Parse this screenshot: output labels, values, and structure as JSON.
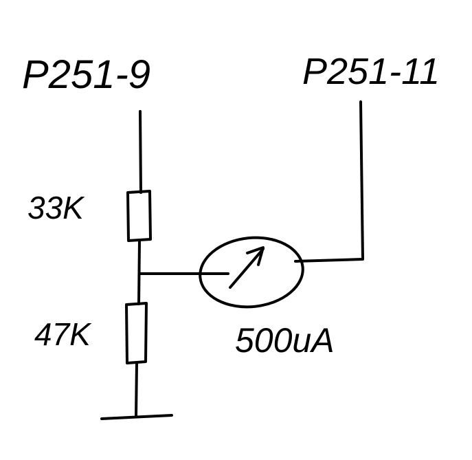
{
  "labels": {
    "top_left_pin": "P251-9",
    "top_right_pin": "P251-11",
    "upper_resistor": "33K",
    "lower_resistor": "47K",
    "meter": "500uA"
  },
  "colors": {
    "ink": "#000000",
    "background": "#ffffff"
  }
}
